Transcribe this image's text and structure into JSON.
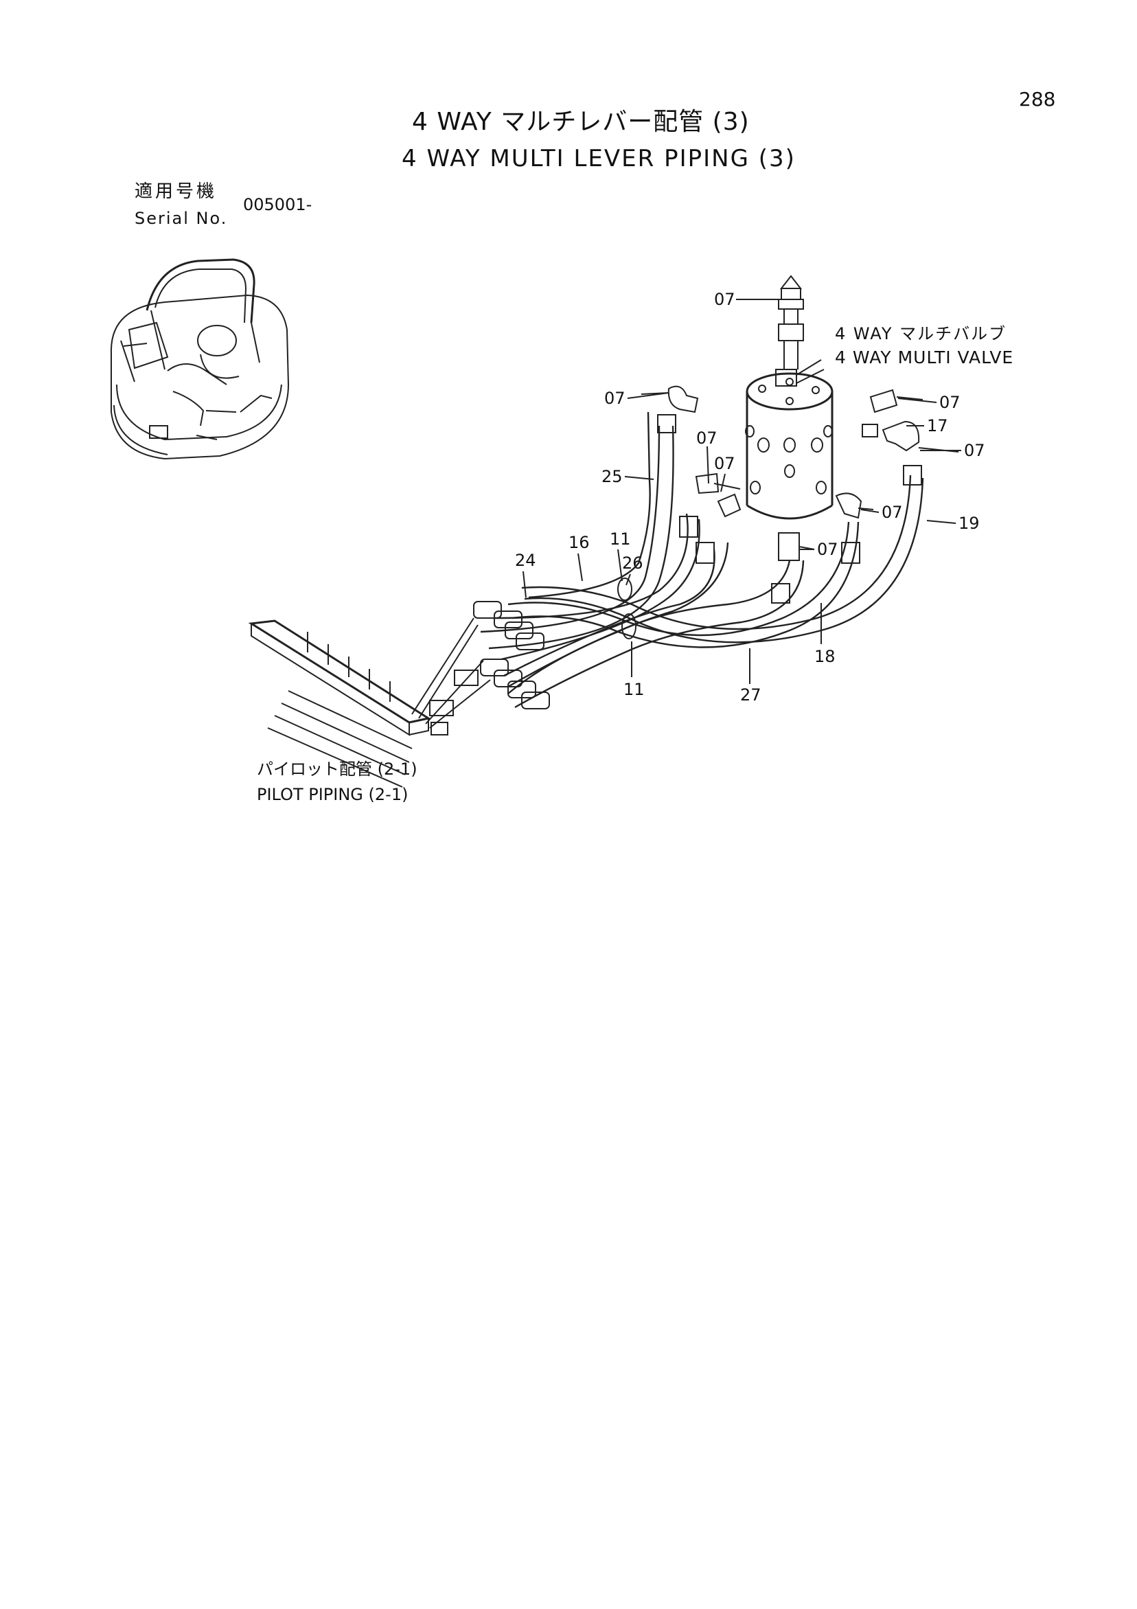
{
  "page_number": "288",
  "title": {
    "jp": "4 WAY マルチレバー配管 (3)",
    "en": "4 WAY MULTI LEVER PIPING (3)"
  },
  "serial": {
    "label_jp": "適用号機",
    "label_en": "Serial No.",
    "value": "005001-"
  },
  "valve_label": {
    "jp": "4 WAY マルチバルブ",
    "en": "4 WAY MULTI VALVE"
  },
  "pilot_label": {
    "jp": "パイロット配管 (2-1)",
    "en": "PILOT PIPING (2-1)"
  },
  "callouts": [
    {
      "id": "c07a",
      "text": "07"
    },
    {
      "id": "c07b",
      "text": "07"
    },
    {
      "id": "c07c",
      "text": "07"
    },
    {
      "id": "c17",
      "text": "17"
    },
    {
      "id": "c07d",
      "text": "07"
    },
    {
      "id": "c07e",
      "text": "07"
    },
    {
      "id": "c07f",
      "text": "07"
    },
    {
      "id": "c25",
      "text": "25"
    },
    {
      "id": "c07g",
      "text": "07"
    },
    {
      "id": "c19",
      "text": "19"
    },
    {
      "id": "c16",
      "text": "16"
    },
    {
      "id": "c11a",
      "text": "11"
    },
    {
      "id": "c24",
      "text": "24"
    },
    {
      "id": "c26",
      "text": "26"
    },
    {
      "id": "c07h",
      "text": "07"
    },
    {
      "id": "c18",
      "text": "18"
    },
    {
      "id": "c11b",
      "text": "11"
    },
    {
      "id": "c27",
      "text": "27"
    }
  ]
}
